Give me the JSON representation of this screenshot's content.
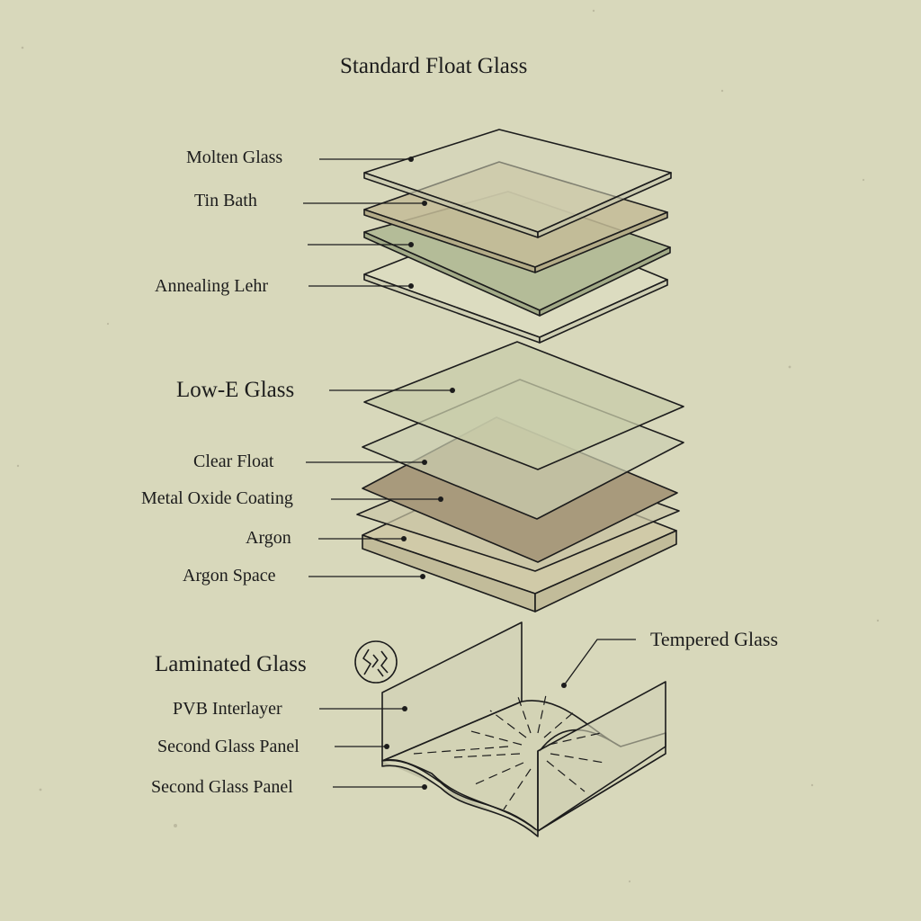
{
  "title": "Standard Float Glass",
  "float_section": {
    "labels": [
      "Molten Glass",
      "Tin Bath",
      "",
      "Annealing Lehr"
    ]
  },
  "lowe_section": {
    "heading": "Low-E Glass",
    "labels": [
      "Clear Float",
      "Metal Oxide Coating",
      "Argon",
      "Argon Space"
    ]
  },
  "laminated_section": {
    "heading": "Laminated Glass",
    "heading_icon": "shattered-glass-icon",
    "labels": [
      "PVB Interlayer",
      "Second Glass Panel",
      "Second Glass Panel"
    ],
    "tempered_label": "Tempered Glass"
  },
  "colors": {
    "background": "#d8d8bb",
    "ink": "#1c1c1c",
    "tin_layer": "#c4bc98",
    "green_layer": "#b4bc98",
    "coating_layer": "#a89a7c",
    "lowe_light": "#ccceb0",
    "argon_layer": "#d0caa8"
  }
}
